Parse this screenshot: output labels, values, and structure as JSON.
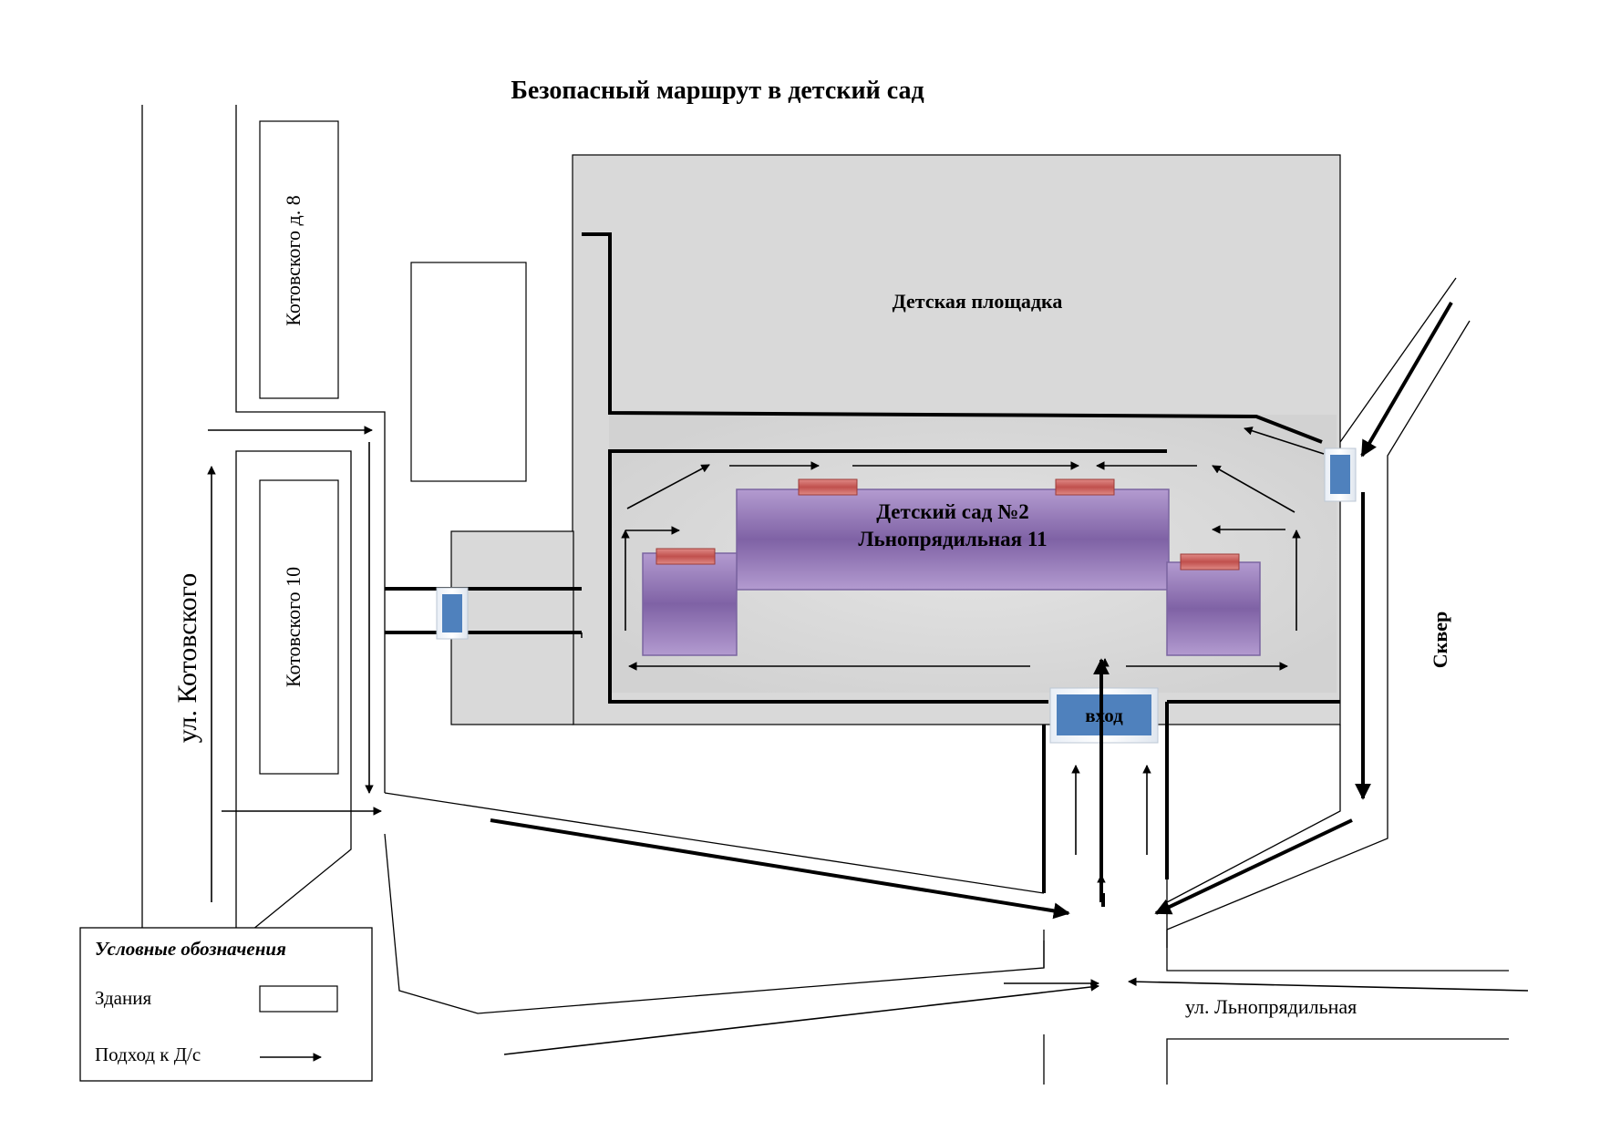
{
  "title": "Безопасный маршрут в детский сад",
  "labels": {
    "playground": "Детская площадка",
    "kindergarten_name": "Детский сад №2",
    "kindergarten_address": "Льнопрядильная 11",
    "entrance": "вход",
    "building_kot8": "Котовского д. 8",
    "building_kot10": "Котовского 10",
    "street_kotovskogo": "ул. Котовского",
    "square": "Сквер",
    "street_lnopryadilnaya": "ул. Льнопрядильная"
  },
  "legend": {
    "title": "Условные обозначения",
    "buildings": "Здания",
    "approach": "Подход к Д/с"
  },
  "colors": {
    "grounds": "#d9d9d9",
    "building_purple": "#8c6fae",
    "gate_blue": "#4f81bd",
    "window_red": "#c0504d",
    "line": "#000000"
  }
}
